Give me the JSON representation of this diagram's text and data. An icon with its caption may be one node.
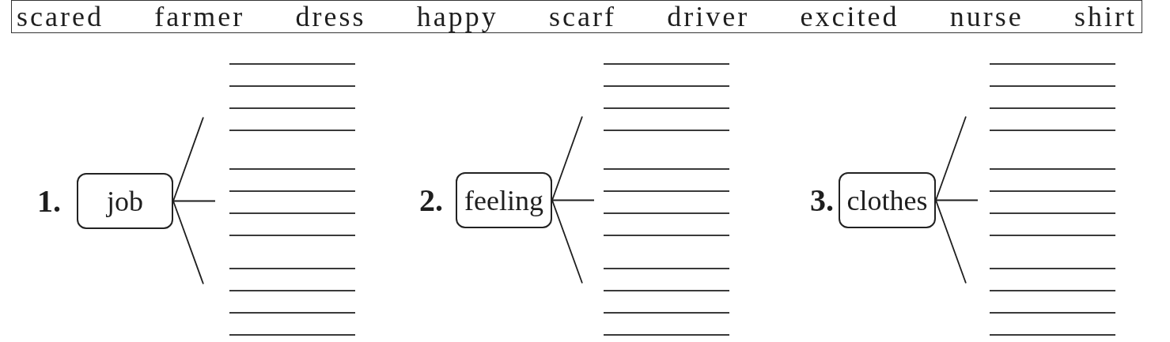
{
  "diagram": {
    "nodes": [
      {
        "text": [
          "scared",
          "farmer",
          "dress",
          "happy",
          "scarf",
          "driver",
          "excited",
          "nurse",
          "shirt"
        ]
      },
      {
        "text": [
          "job"
        ],
        "beside": [
          "1."
        ]
      },
      {
        "text": [
          "feeling"
        ],
        "beside": [
          "2."
        ]
      },
      {
        "text": [
          "clothes"
        ],
        "beside": [
          "3."
        ]
      }
    ],
    "edges": [
      {
        "from": 1,
        "to": null,
        "arrow": "none"
      },
      {
        "from": 1,
        "to": null,
        "arrow": "none"
      },
      {
        "from": 1,
        "to": null,
        "arrow": "none"
      },
      {
        "from": 2,
        "to": null,
        "arrow": "none"
      },
      {
        "from": 2,
        "to": null,
        "arrow": "none"
      },
      {
        "from": 2,
        "to": null,
        "arrow": "none"
      },
      {
        "from": 3,
        "to": null,
        "arrow": "none"
      },
      {
        "from": 3,
        "to": null,
        "arrow": "none"
      },
      {
        "from": 3,
        "to": null,
        "arrow": "none"
      }
    ]
  }
}
